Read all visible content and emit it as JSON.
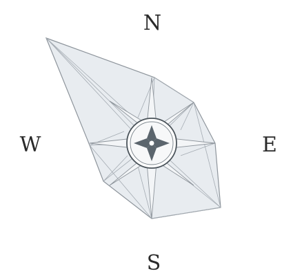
{
  "labels": {
    "north": "N",
    "south": "S",
    "west": "W",
    "east": "E"
  },
  "colors": {
    "fill": "#e7ebef",
    "stroke": "#9aa1a8",
    "center_dark": "#5b656d",
    "text": "#2a2a2a"
  }
}
